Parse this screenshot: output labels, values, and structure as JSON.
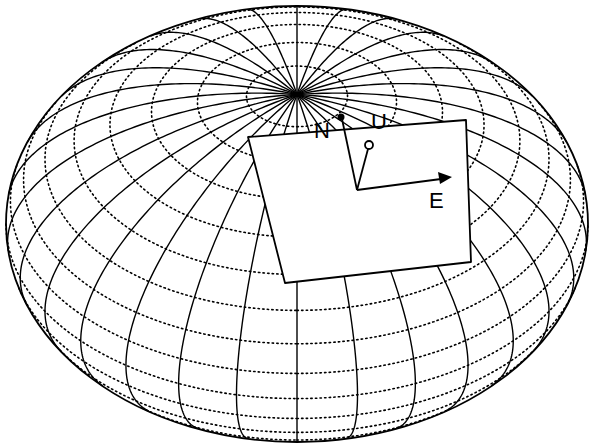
{
  "diagram": {
    "labels": [
      "N",
      "U",
      "E"
    ]
  }
}
